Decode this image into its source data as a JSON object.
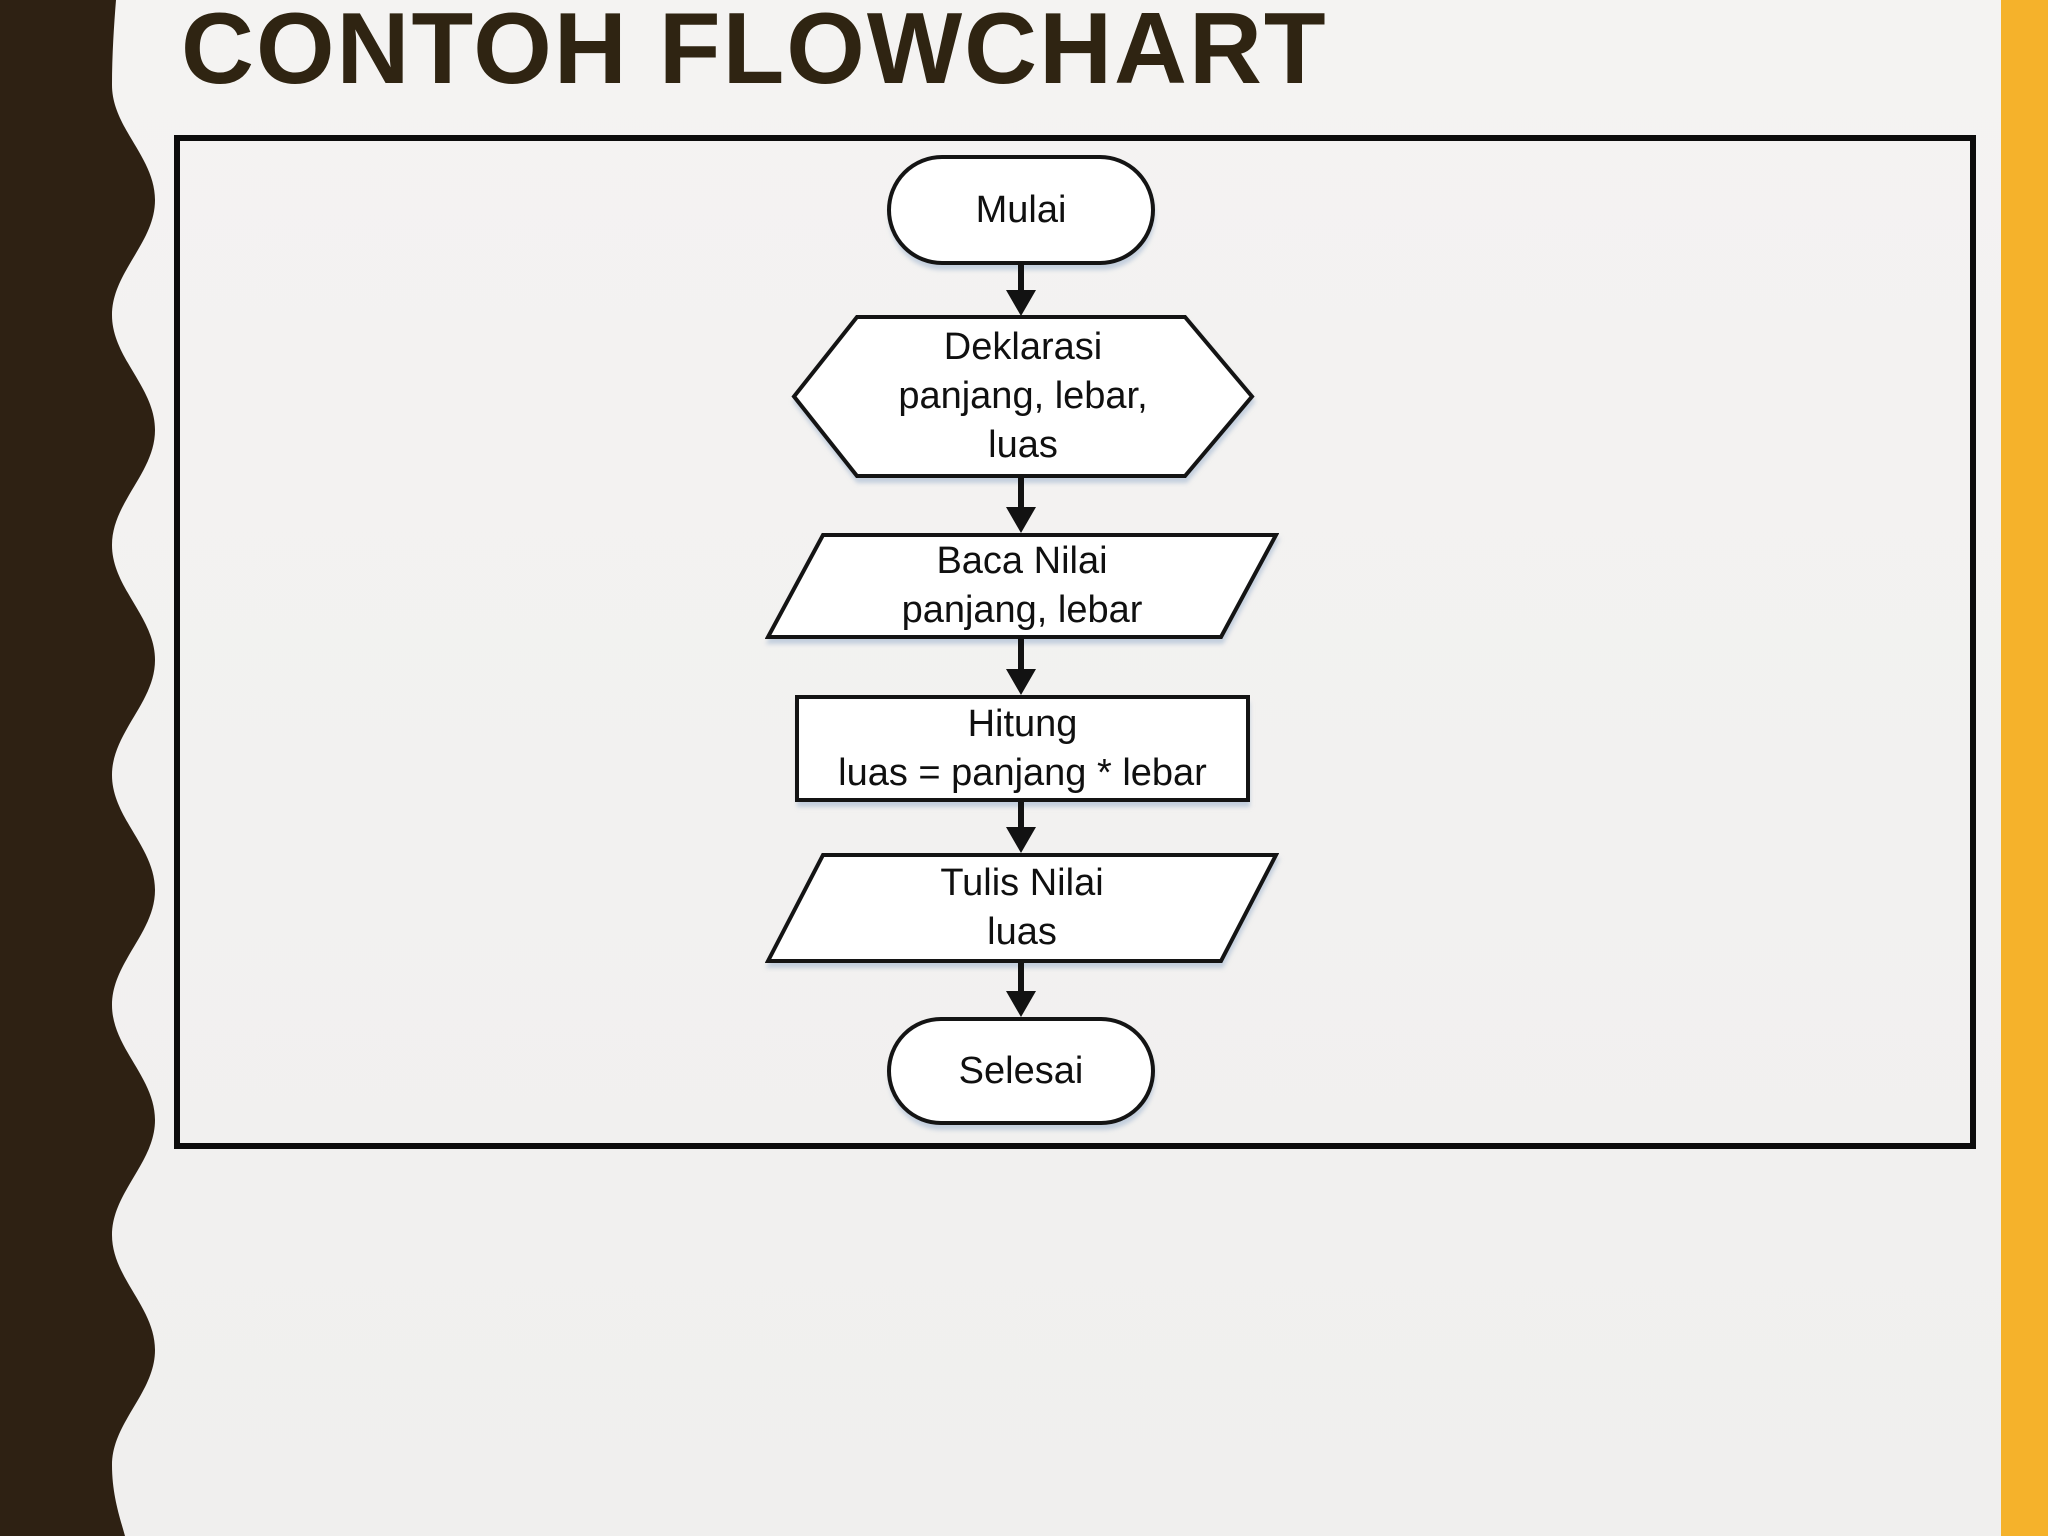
{
  "title": "CONTOH FLOWCHART",
  "flowchart": {
    "nodes": [
      {
        "id": "start",
        "shape": "terminator",
        "label": "Mulai"
      },
      {
        "id": "declare",
        "shape": "preparation",
        "label": "Deklarasi\npanjang, lebar,\nluas"
      },
      {
        "id": "read",
        "shape": "input-output",
        "label": "Baca Nilai\npanjang, lebar"
      },
      {
        "id": "compute",
        "shape": "process",
        "label": "Hitung\nluas = panjang * lebar"
      },
      {
        "id": "write",
        "shape": "input-output",
        "label": "Tulis Nilai\nluas"
      },
      {
        "id": "end",
        "shape": "terminator",
        "label": "Selesai"
      }
    ],
    "edges": [
      {
        "from": "start",
        "to": "declare"
      },
      {
        "from": "declare",
        "to": "read"
      },
      {
        "from": "read",
        "to": "compute"
      },
      {
        "from": "compute",
        "to": "write"
      },
      {
        "from": "write",
        "to": "end"
      }
    ]
  },
  "colors": {
    "background": "#F2F1F0",
    "left_band_brown": "#2E2113",
    "right_stripe_orange": "#F5B22B",
    "title_brown": "#2F2412",
    "shape_fill": "#FFFFFF",
    "line_black": "#121212"
  }
}
